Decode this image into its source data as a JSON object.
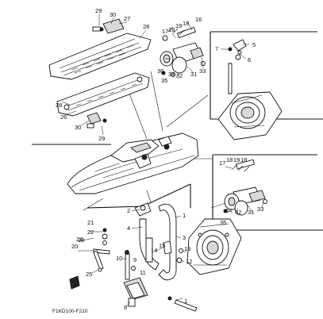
{
  "diagram": {
    "code": "F1KD100-F210",
    "callouts": {
      "c_29a": "29",
      "c_30a": "30",
      "c_27": "27",
      "c_28a": "28",
      "c_28b": "28",
      "c_26": "26",
      "c_30b": "30",
      "c_29b": "29",
      "c_16a": "16",
      "c_17a": "17",
      "c_18a": "18",
      "c_19a": "19",
      "c_36": "36",
      "c_34a": "34",
      "c_32a": "32",
      "c_31a": "31",
      "c_35a": "35",
      "c_33a": "33",
      "c_7": "7",
      "c_5": "5",
      "c_6": "6",
      "c_17b": "17",
      "c_18b": "18",
      "c_19b": "19",
      "c_18c": "18",
      "c_34b": "34",
      "c_32b": "32",
      "c_31b": "31",
      "c_35b": "35",
      "c_33b": "33",
      "c_21": "21",
      "c_22": "22",
      "c_23": "23",
      "c_24": "24",
      "c_20": "20",
      "c_25": "25",
      "c_2": "2",
      "c_1a": "1",
      "c_4": "4",
      "c_3a": "3",
      "c_1b": "1",
      "c_3b": "3",
      "c_10": "10",
      "c_9": "9",
      "c_14": "14",
      "c_13": "13",
      "c_12": "12",
      "c_11": "11",
      "c_15": "15",
      "c_8": "8"
    }
  }
}
